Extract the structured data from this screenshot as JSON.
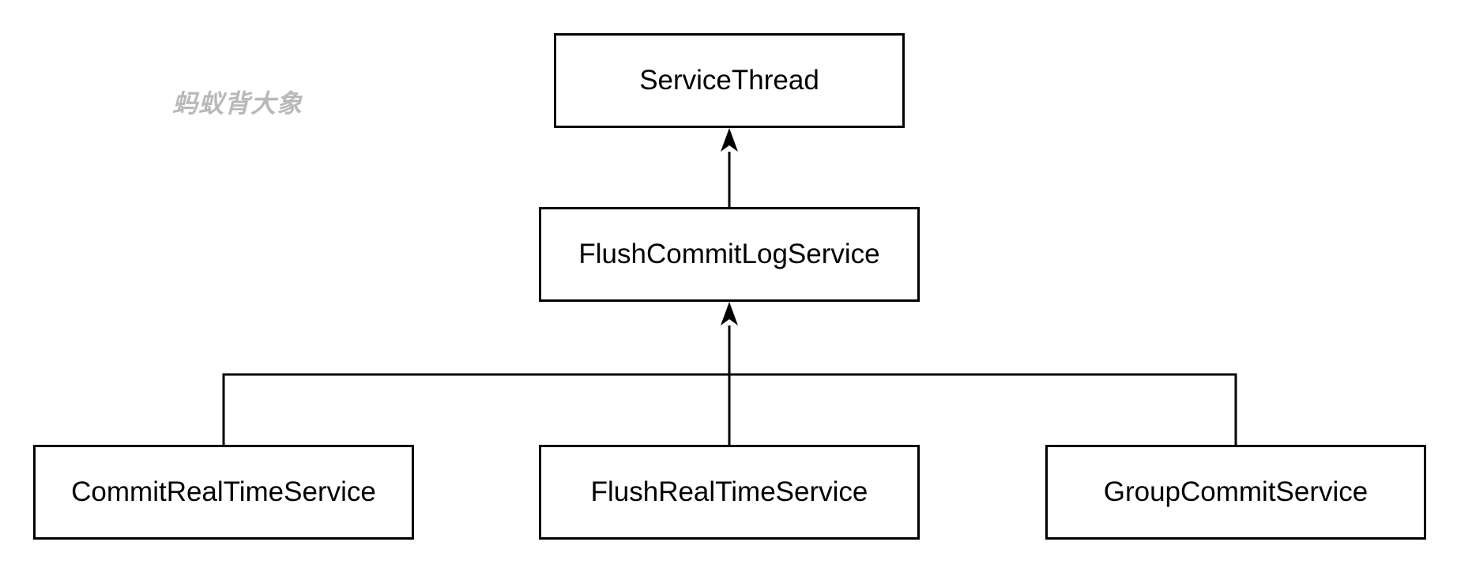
{
  "diagram": {
    "watermark": "蚂蚁背大象",
    "nodes": {
      "service_thread": "ServiceThread",
      "flush_commit_log_service": "FlushCommitLogService",
      "commit_real_time_service": "CommitRealTimeService",
      "flush_real_time_service": "FlushRealTimeService",
      "group_commit_service": "GroupCommitService"
    },
    "edges": [
      {
        "from": "flush_commit_log_service",
        "to": "service_thread",
        "type": "inheritance"
      },
      {
        "from": "commit_real_time_service",
        "to": "flush_commit_log_service",
        "type": "inheritance"
      },
      {
        "from": "flush_real_time_service",
        "to": "flush_commit_log_service",
        "type": "inheritance"
      },
      {
        "from": "group_commit_service",
        "to": "flush_commit_log_service",
        "type": "inheritance"
      }
    ],
    "colors": {
      "line": "#000000",
      "box_border": "#000000",
      "box_fill": "#ffffff",
      "watermark": "#b9b9b9"
    }
  }
}
